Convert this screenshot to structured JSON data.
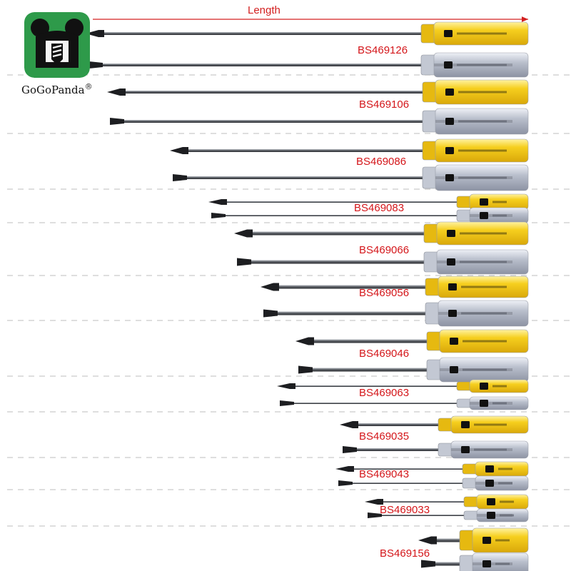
{
  "brand": {
    "name": "GoGoPanda",
    "mark": "®",
    "logo_color": "#2e9a4a"
  },
  "length_label": "Length",
  "accent_color": "#d4161a",
  "handle_colors": {
    "yellow": "#f3c516",
    "clear": "#cfd4de"
  },
  "models": [
    "BS469126",
    "BS469106",
    "BS469086",
    "BS469083",
    "BS469066",
    "BS469056",
    "BS469046",
    "BS469063",
    "BS469035",
    "BS469043",
    "BS469033",
    "BS469156"
  ]
}
